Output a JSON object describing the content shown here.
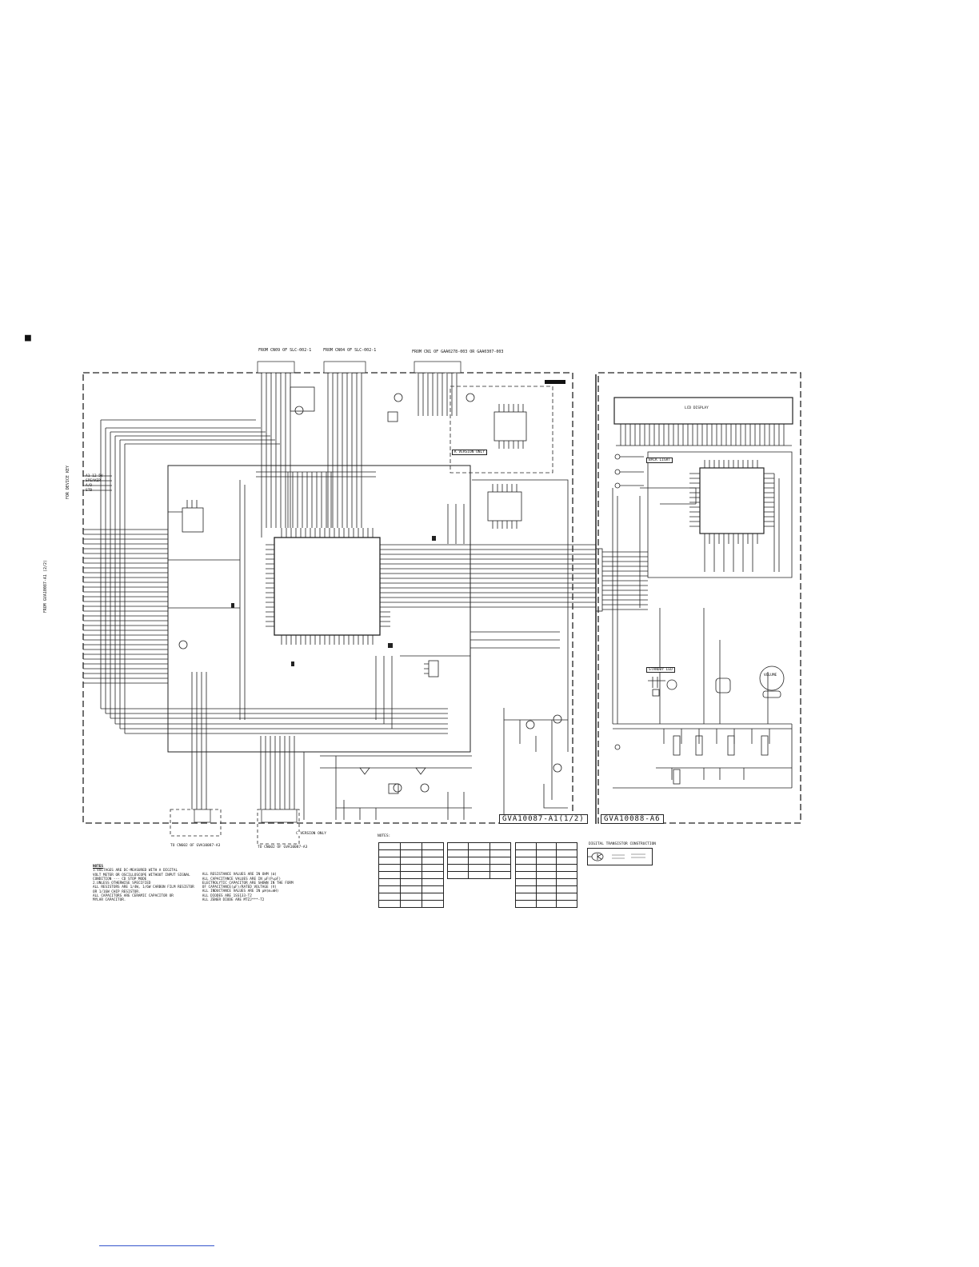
{
  "section_marker": "■",
  "top_labels": [
    "FROM CN09 OF SLC-002-1",
    "FROM CN04 OF SLC-002-1",
    "FROM CN1 OF GAA0278-003 OR GAA0307-003"
  ],
  "left_labels": [
    "FOR DEVICE KEY",
    "FROM GVA10087-A1 (2/2)"
  ],
  "left_connector": [
    "A1 12 5V",
    "SPEAKER",
    "A/D",
    "STB"
  ],
  "boards": {
    "main": "GVA10087-A1(1/2)",
    "sub": "GVA10088-A6"
  },
  "component_labels": {
    "lcd": "LCD DISPLAY",
    "backlight": "BACK LIGHT",
    "standby": "STANDBY LED",
    "volume": "VOLUME",
    "k_version": "K VERSION ONLY",
    "c_version": "C VERSION ONLY"
  },
  "bottom_labels": [
    "TO CN602 OF GVA10087-A3",
    "TO CN602 OF GVA10087-A3"
  ],
  "notes": {
    "heading": "NOTES",
    "left": [
      "1.VOLTAGES ARE DC-MEASURED WITH A DIGITAL",
      "  VOLT METER OR OSCILLOSCOPE WITHOUT INPUT SIGNAL",
      "  CONDITION --- CD STOP MODE",
      "2.UNLESS OTHERWISE SPECIFIED",
      "  ALL RESISTORS ARE 1/4W, 1/6W CARBON FILM RESISTOR",
      "  OR 1/16W CHIP RESISTOR.",
      "  ALL CAPACITORS ARE CERAMIC CAPACITOR OR",
      "  MYLAR CAPACITOR."
    ],
    "right": [
      "ALL RESISTANCE VALUES ARE IN OHM (Ω)",
      "ALL CAPACITANCE VALUES ARE IN μF(P=pF)",
      "ELECTROLYTIC CAPACITOR ARE SHOWN IN THE FORM",
      "OF CAPACITANCE(μF)/RATED VOLTAGE (V)",
      "ALL INDUCTANCE VALUES ARE IN μH(m=mH)",
      "ALL DIODES ARE 1SS133-T2",
      "ALL ZENER DIODE ARE MTZJ***-T2"
    ]
  },
  "notes_short": "NOTES:",
  "digital_transistor": "DIGITAL TRANSISTOR CONSTRUCTION"
}
